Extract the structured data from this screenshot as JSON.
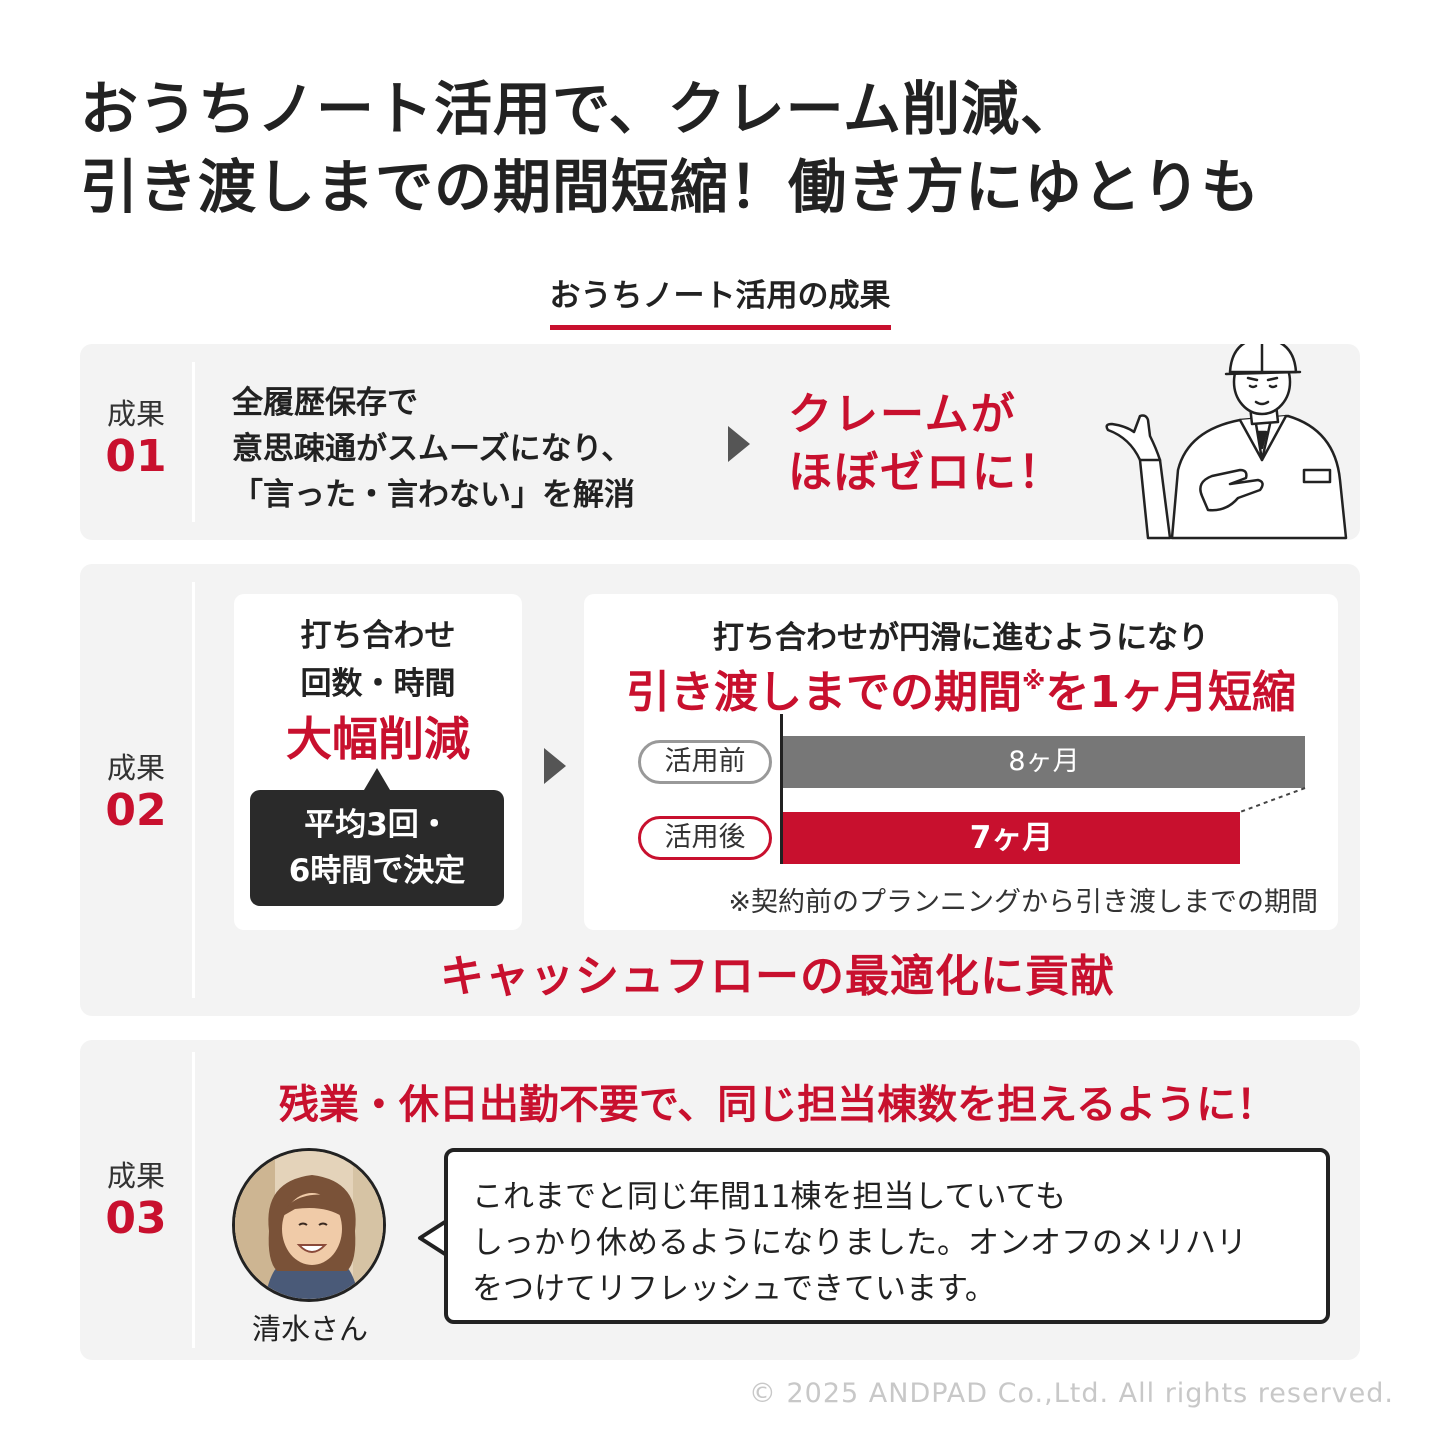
{
  "headline": {
    "line1": "おうちノート活用で、クレーム削減、",
    "line2": "引き渡しまでの期間短縮！働き方にゆとりも"
  },
  "section_label": "おうちノート活用の成果",
  "result_label": "成果",
  "card1": {
    "number": "01",
    "lines": [
      "全履歴保存で",
      "意思疎通がスムーズになり、",
      "「言った・言わない」を解消"
    ],
    "result_lines": [
      "クレームが",
      "ほぼゼロに！"
    ]
  },
  "card2": {
    "number": "02",
    "left": {
      "line1": "打ち合わせ",
      "line2": "回数・時間",
      "emphasis": "大幅削減",
      "bubble_line1": "平均3回・",
      "bubble_line2": "6時間で決定"
    },
    "right": {
      "lead": "打ち合わせが円滑に進むようになり",
      "headline_a": "引き渡しまでの期間",
      "headline_mark": "※",
      "headline_b": "を1ヶ月短縮",
      "note": "※契約前のプランニングから引き渡しまでの期間"
    },
    "bottom": "キャッシュフローの最適化に貢献"
  },
  "chart_data": {
    "type": "bar",
    "orientation": "horizontal",
    "categories": [
      "活用前",
      "活用後"
    ],
    "values": [
      8,
      7
    ],
    "value_labels": [
      "8ヶ月",
      "7ヶ月"
    ],
    "colors": [
      "#777777",
      "#c8102e"
    ]
  },
  "card3": {
    "number": "03",
    "title": "残業・休日出勤不要で、同じ担当棟数を担えるように！",
    "person_name": "清水さん",
    "quote_lines": [
      "これまでと同じ年間11棟を担当していても",
      "しっかり休めるようになりました。オンオフのメリハリ",
      "をつけてリフレッシュできています。"
    ]
  },
  "copyright": "© 2025 ANDPAD Co.,Ltd. All rights reserved.",
  "colors": {
    "accent": "#c8102e",
    "card_bg": "#f3f3f3",
    "text": "#222222"
  }
}
